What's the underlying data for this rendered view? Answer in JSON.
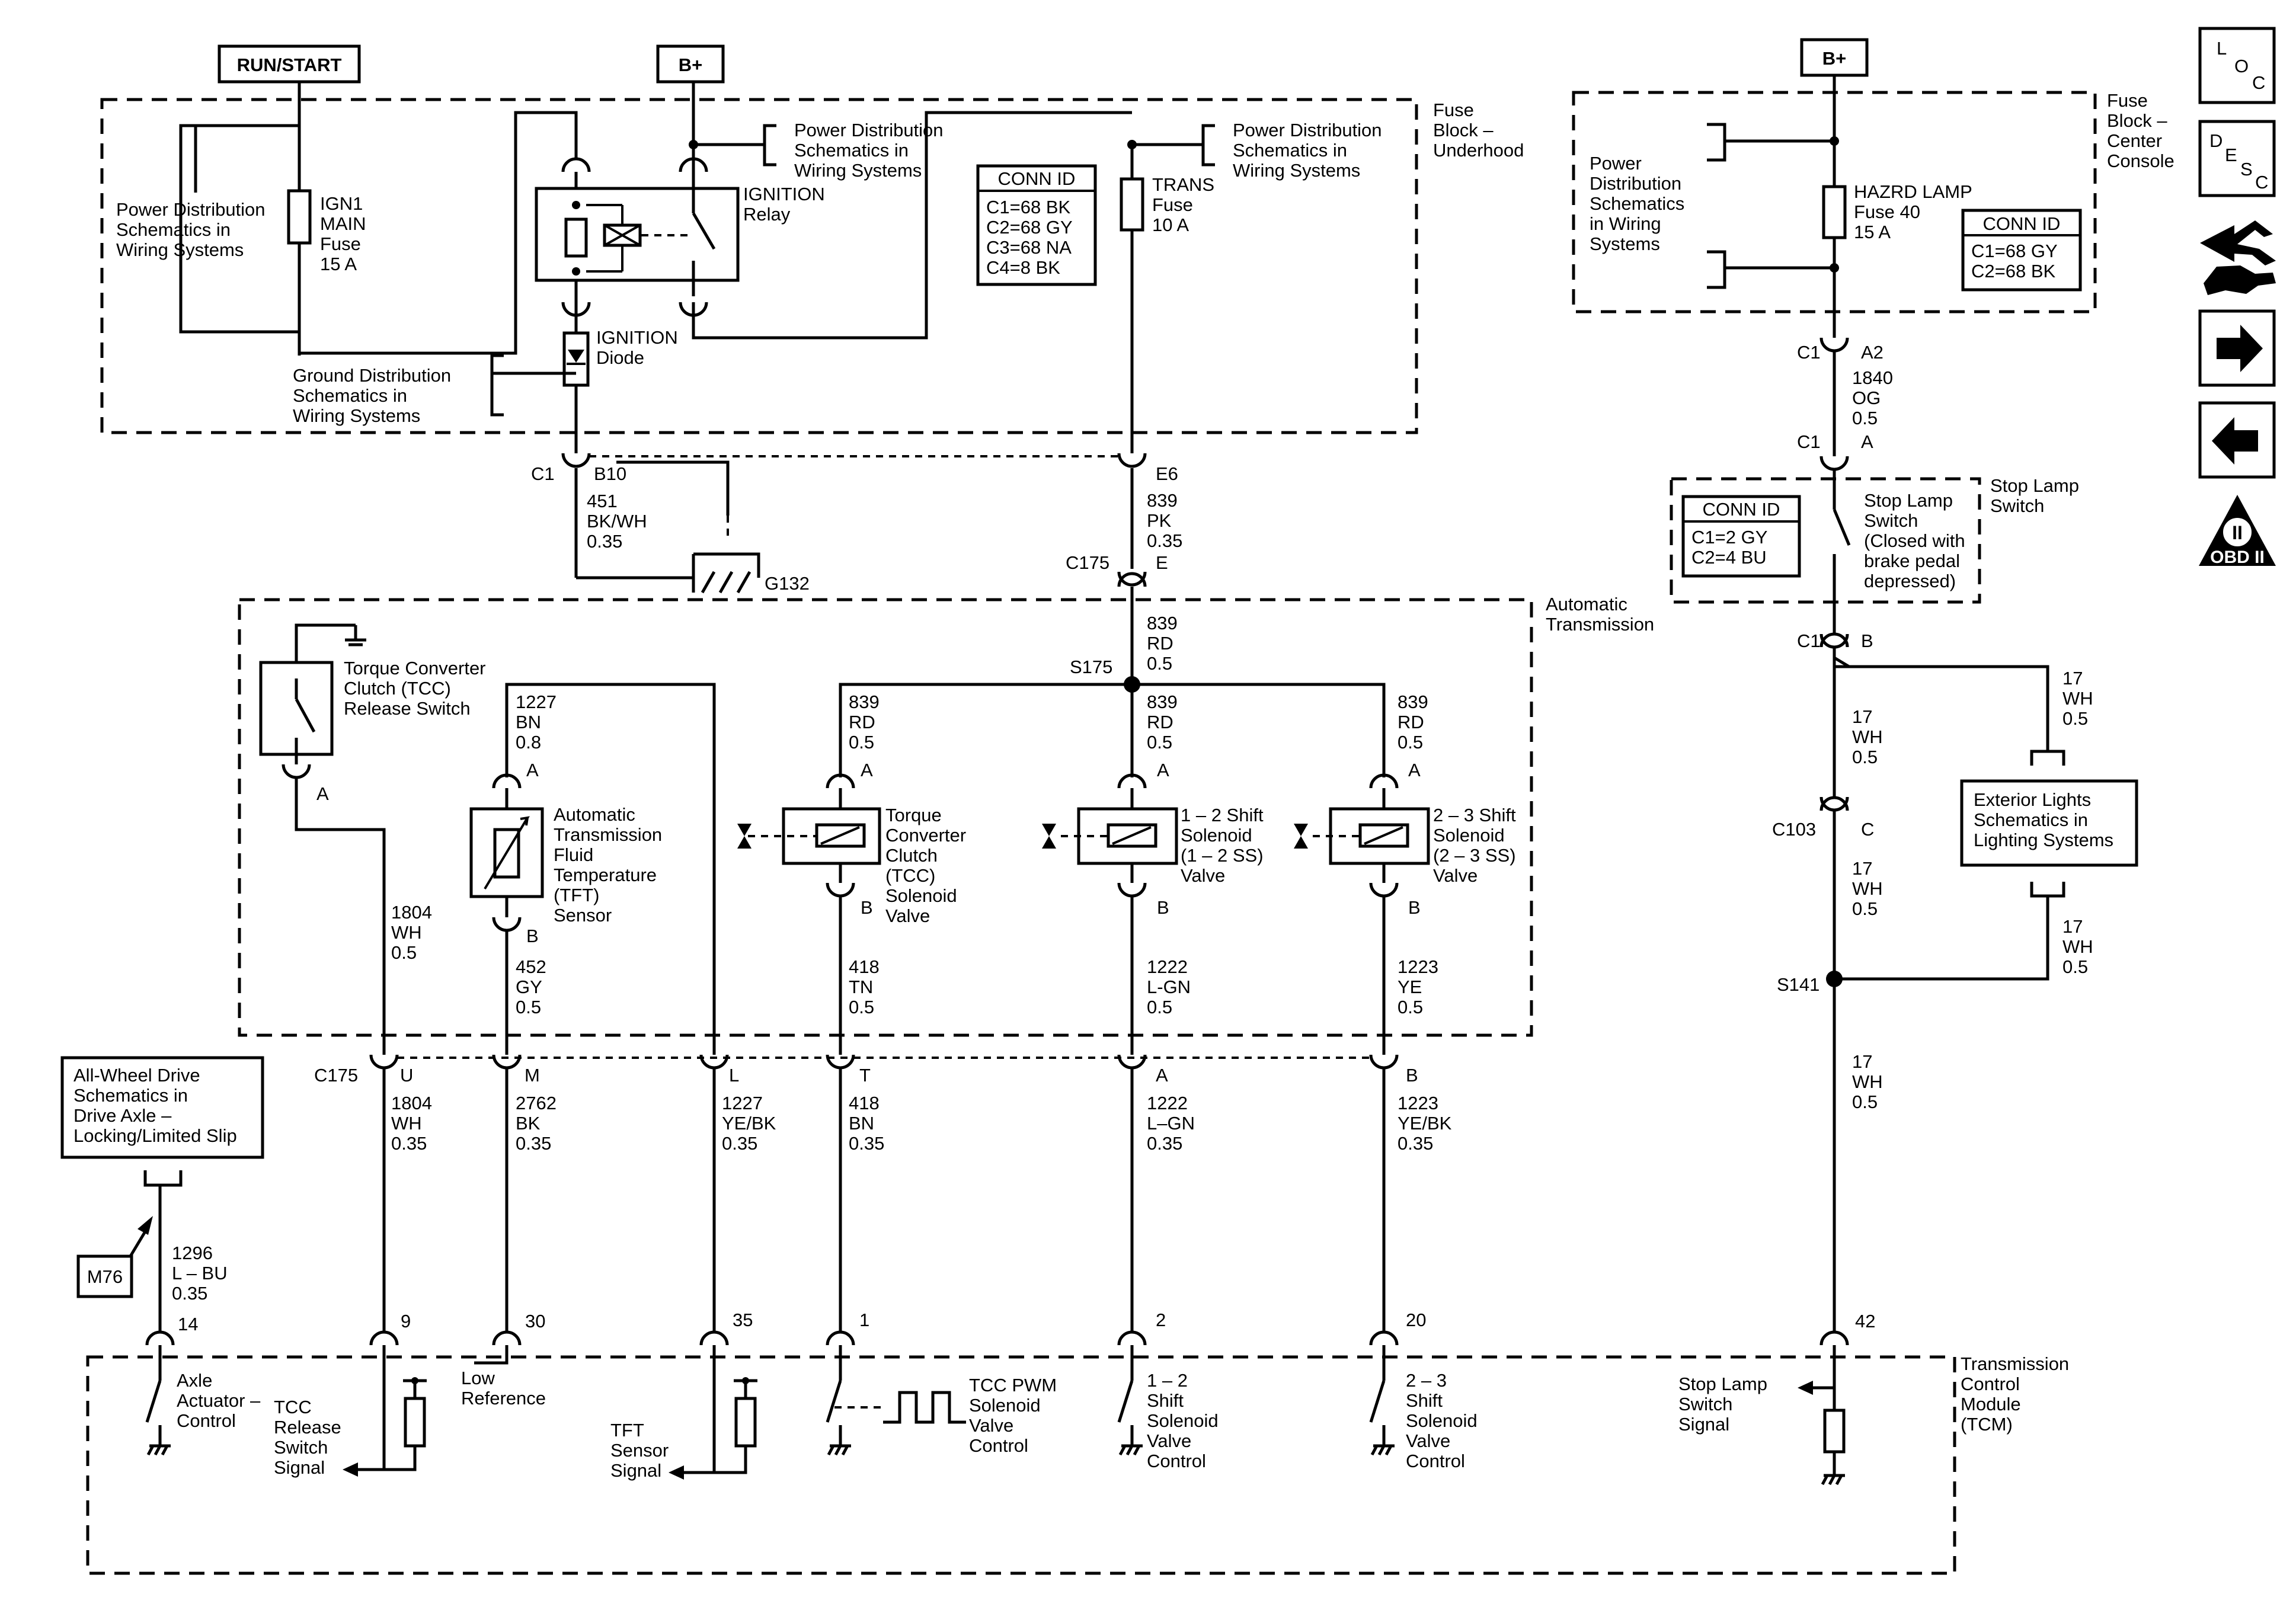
{
  "supplies": {
    "run_start": "RUN/START",
    "b_plus_1": "B+",
    "b_plus_2": "B+"
  },
  "underhood": {
    "block_label": [
      "Fuse",
      "Block –",
      "Underhood"
    ],
    "pd_left": [
      "Power Distribution",
      "Schematics in",
      "Wiring Systems"
    ],
    "ign1_fuse": [
      "IGN1",
      "MAIN",
      "Fuse",
      "15 A"
    ],
    "pd_mid": [
      "Power Distribution",
      "Schematics in",
      "Wiring Systems"
    ],
    "pd_right": [
      "Power Distribution",
      "Schematics in",
      "Wiring Systems"
    ],
    "ignition_relay": [
      "IGNITION",
      "Relay"
    ],
    "ignition_diode": [
      "IGNITION",
      "Diode"
    ],
    "ground_dist": [
      "Ground Distribution",
      "Schematics in",
      "Wiring Systems"
    ],
    "trans_fuse": [
      "TRANS",
      "Fuse",
      "10 A"
    ],
    "conn_id_title": "CONN ID",
    "conn_id_rows": [
      "C1=68 BK",
      "C2=68 GY",
      "C3=68 NA",
      "C4=8 BK"
    ]
  },
  "upper_wiring": {
    "c1": "C1",
    "b10": "B10",
    "wire_451": [
      "451",
      "BK/WH",
      "0.35"
    ],
    "g132": "G132",
    "e6": "E6",
    "wire_839_pk": [
      "839",
      "PK",
      "0.35"
    ],
    "c175": "C175",
    "e": "E",
    "wire_839_rd": [
      "839",
      "RD",
      "0.5"
    ],
    "s175": "S175"
  },
  "auto_trans": {
    "label": [
      "Automatic",
      "Transmission"
    ],
    "tcc_release_switch": [
      "Torque Converter",
      "Clutch (TCC)",
      "Release Switch"
    ],
    "pin_a_switch": "A",
    "wire_1804": [
      "1804",
      "WH",
      "0.5"
    ],
    "wire_1227_top": [
      "1227",
      "BN",
      "0.8"
    ],
    "tft_sensor": [
      "Automatic",
      "Transmission",
      "Fluid",
      "Temperature",
      "(TFT)",
      "Sensor"
    ],
    "tft_pin_a": "A",
    "tft_pin_b": "B",
    "wire_452": [
      "452",
      "GY",
      "0.5"
    ],
    "wire_839_tcc": [
      "839",
      "RD",
      "0.5"
    ],
    "tcc_solenoid": [
      "Torque",
      "Converter",
      "Clutch",
      "(TCC)",
      "Solenoid",
      "Valve"
    ],
    "tcc_pin_a": "A",
    "tcc_pin_b": "B",
    "wire_418": [
      "418",
      "TN",
      "0.5"
    ],
    "wire_839_12": [
      "839",
      "RD",
      "0.5"
    ],
    "ss12": [
      "1 – 2 Shift",
      "Solenoid",
      "(1 – 2 SS)",
      "Valve"
    ],
    "ss12_pin_a": "A",
    "ss12_pin_b": "B",
    "wire_1222": [
      "1222",
      "L-GN",
      "0.5"
    ],
    "wire_839_23": [
      "839",
      "RD",
      "0.5"
    ],
    "ss23": [
      "2 – 3 Shift",
      "Solenoid",
      "(2 – 3 SS)",
      "Valve"
    ],
    "ss23_pin_a": "A",
    "ss23_pin_b": "B",
    "wire_1223": [
      "1223",
      "YE",
      "0.5"
    ]
  },
  "c175_lower": {
    "c175": "C175",
    "pins": [
      "U",
      "M",
      "L",
      "T",
      "A",
      "B"
    ],
    "wires": [
      [
        "1804",
        "WH",
        "0.35"
      ],
      [
        "2762",
        "BK",
        "0.35"
      ],
      [
        "1227",
        "YE/BK",
        "0.35"
      ],
      [
        "418",
        "BN",
        "0.35"
      ],
      [
        "1222",
        "L–GN",
        "0.35"
      ],
      [
        "1223",
        "YE/BK",
        "0.35"
      ]
    ]
  },
  "awd": {
    "box": [
      "All-Wheel Drive",
      "Schematics in",
      "Drive Axle –",
      "Locking/Limited Slip"
    ],
    "m76": "M76",
    "wire_1296": [
      "1296",
      "L – BU",
      "0.35"
    ]
  },
  "tcm": {
    "label": [
      "Transmission",
      "Control",
      "Module",
      "(TCM)"
    ],
    "pins": [
      "14",
      "9",
      "30",
      "35",
      "1",
      "2",
      "20",
      "42"
    ],
    "axle_actuator": [
      "Axle",
      "Actuator –",
      "Control"
    ],
    "tcc_release_signal": [
      "TCC",
      "Release",
      "Switch",
      "Signal"
    ],
    "low_reference": [
      "Low",
      "Reference"
    ],
    "tft_signal": [
      "TFT",
      "Sensor",
      "Signal"
    ],
    "tcc_pwm": [
      "TCC PWM",
      "Solenoid",
      "Valve",
      "Control"
    ],
    "ss12_control": [
      "1 – 2",
      "Shift",
      "Solenoid",
      "Valve",
      "Control"
    ],
    "ss23_control": [
      "2 – 3",
      "Shift",
      "Solenoid",
      "Valve",
      "Control"
    ],
    "stop_lamp_signal": [
      "Stop Lamp",
      "Switch",
      "Signal"
    ]
  },
  "center_console": {
    "block_label": [
      "Fuse",
      "Block –",
      "Center",
      "Console"
    ],
    "pd": [
      "Power",
      "Distribution",
      "Schematics",
      "in Wiring",
      "Systems"
    ],
    "hazrd_fuse": [
      "HAZRD LAMP",
      "Fuse 40",
      "15 A"
    ],
    "conn_id_title": "CONN ID",
    "conn_id_rows": [
      "C1=68 GY",
      "C2=68 BK"
    ]
  },
  "right_wiring": {
    "c1_a2": [
      "C1",
      "A2"
    ],
    "wire_1840": [
      "1840",
      "OG",
      "0.5"
    ],
    "c1_a": [
      "C1",
      "A"
    ],
    "stop_lamp_switch": [
      "Stop Lamp",
      "Switch",
      "(Closed with",
      "brake pedal",
      "depressed)"
    ],
    "stop_lamp_switch_label": [
      "Stop Lamp",
      "Switch"
    ],
    "conn_id_title": "CONN ID",
    "conn_id_rows": [
      "C1=2 GY",
      "C2=4 BU"
    ],
    "c1_b": [
      "C1",
      "B"
    ],
    "wire_17_a": [
      "17",
      "WH",
      "0.5"
    ],
    "wire_17_b": [
      "17",
      "WH",
      "0.5"
    ],
    "exterior_lights": [
      "Exterior Lights",
      "Schematics in",
      "Lighting Systems"
    ],
    "c103": [
      "C103",
      "C"
    ],
    "wire_17_c": [
      "17",
      "WH",
      "0.5"
    ],
    "wire_17_d": [
      "17",
      "WH",
      "0.5"
    ],
    "s141": "S141",
    "wire_17_e": [
      "17",
      "WH",
      "0.5"
    ]
  },
  "nav_icons": {
    "loc_letters": [
      "L",
      "O",
      "C"
    ],
    "desc_letters": [
      "D",
      "E",
      "S",
      "C"
    ],
    "obd_numeral": "II",
    "obd_label": "OBD II"
  }
}
